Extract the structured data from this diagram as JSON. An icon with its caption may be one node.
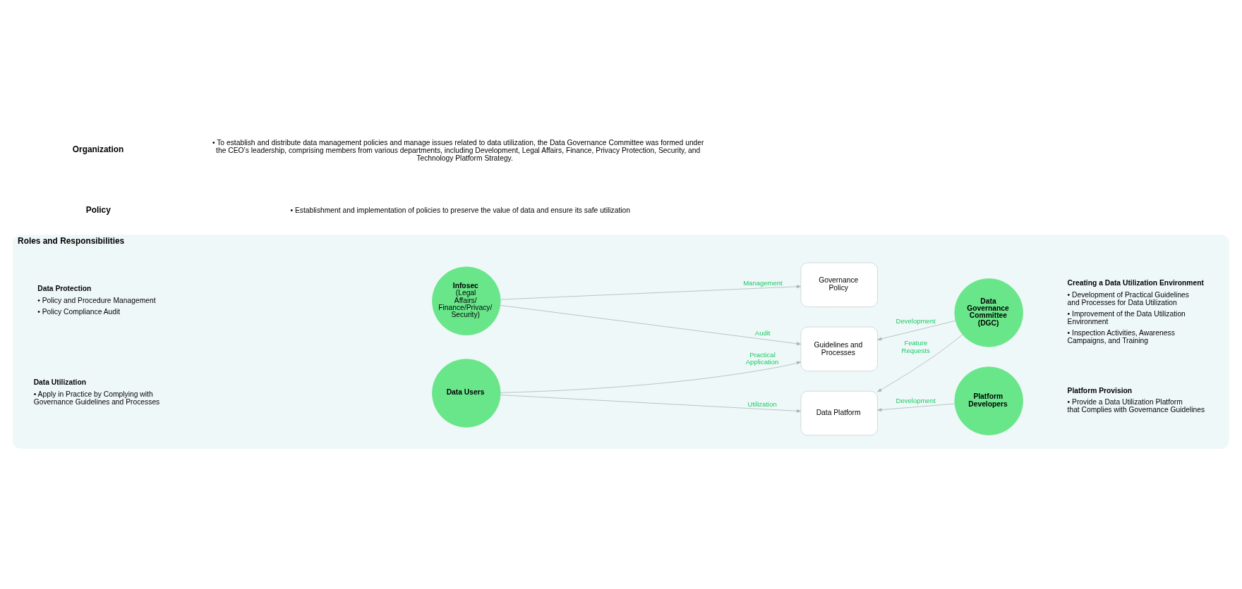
{
  "diagram": {
    "nodes": [
      {
        "text": [
          "Roles and Responsibilities"
        ]
      },
      {
        "text": [
          "Infosec",
          "(Legal Affairs/ Finance/Privacy/ Security)"
        ],
        "in": 0,
        "beside": [
          "Data Protection",
          "• Policy and Procedure Management",
          "• Policy Compliance Audit"
        ]
      },
      {
        "text": [
          "Data Users"
        ],
        "in": 0,
        "beside": [
          "Data Utilization",
          "• Apply in Practice by Complying with Governance Guidelines and Processes"
        ]
      },
      {
        "text": [
          "Governance Policy"
        ],
        "in": 0
      },
      {
        "text": [
          "Guidelines and Processes"
        ],
        "in": 0
      },
      {
        "text": [
          "Data Platform"
        ],
        "in": 0
      },
      {
        "text": [
          "Data Governance Committee (DGC)"
        ],
        "in": 0,
        "beside": [
          "Creating a Data Utilization Environment",
          "• Development of Practical Guidelines and Processes for Data Utilization",
          "• Improvement of the Data Utilization Environment",
          "• Inspection Activities, Awareness Campaigns, and Training"
        ]
      },
      {
        "text": [
          "Platform Developers"
        ],
        "in": 0,
        "beside": [
          "Platform Provision",
          "• Provide a Data Utilization Platform that Complies with Governance Guidelines"
        ]
      }
    ],
    "edges": [
      {
        "from": 1,
        "to": 3,
        "arrow": "to",
        "label": "Management"
      },
      {
        "from": 1,
        "to": 4,
        "arrow": "to",
        "label": "Audit"
      },
      {
        "from": 2,
        "to": 4,
        "arrow": "to",
        "label": "Practical Application"
      },
      {
        "from": 2,
        "to": 5,
        "arrow": "to",
        "label": "Utilization"
      },
      {
        "from": 6,
        "to": 4,
        "arrow": "to",
        "label": "Development"
      },
      {
        "from": 6,
        "to": 5,
        "arrow": "to",
        "label": "Feature Requests"
      },
      {
        "from": 7,
        "to": 5,
        "arrow": "to",
        "label": "Development"
      }
    ],
    "labels": [
      "Organization",
      "• To establish and distribute data management policies and manage issues related to data utilization, the Data Governance Committee was formed under the CEO’s leadership, comprising members from various departments, including Development, Legal Affairs, Finance, Privacy Protection, Security, and Technology Platform Strategy.",
      "Policy",
      "• Establishment and implementation of policies to preserve the value of data and ensure its safe utilization"
    ]
  }
}
